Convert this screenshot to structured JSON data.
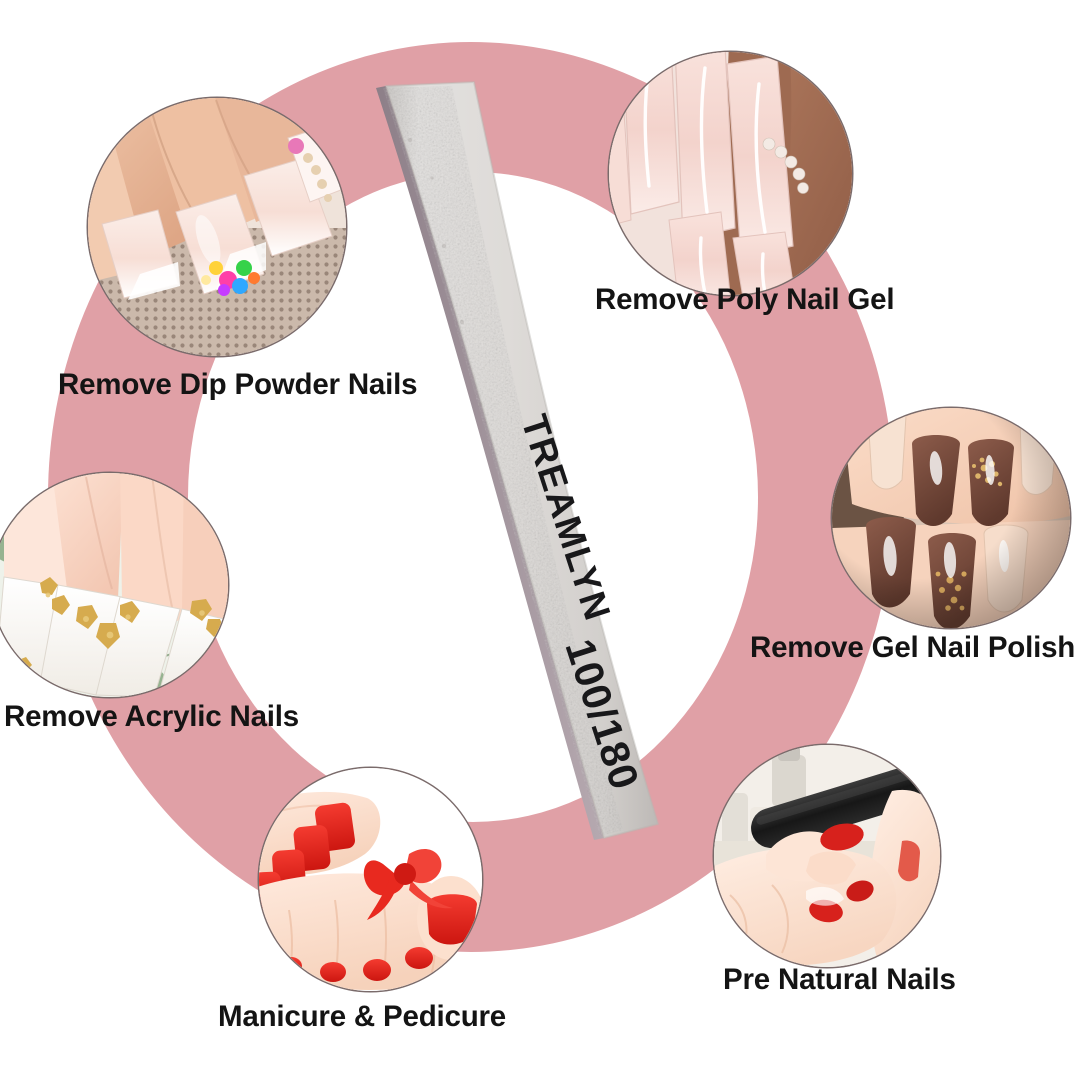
{
  "product": {
    "brand_text": "TREAMLYN",
    "grit_text": "100/180",
    "full_text": "TREAMLYN 100/180",
    "type": "half-moon nail file / buffer",
    "file_color": "#d8d5d2",
    "file_edge_color": "#9b8a93"
  },
  "theme": {
    "background": "#ffffff",
    "ring_pink": "#e0a0a6",
    "ring_hole": "#ffffff",
    "label_text": "#141414",
    "bubble_border": "#7a6b6b"
  },
  "uses": [
    {
      "id": "dip-powder",
      "label": "Remove Dip Powder Nails",
      "position": "top-left",
      "photo": {
        "alt": "Hand with long nude and white coffin dip powder nails decorated with multicolor rhinestones on lace",
        "skin": "#e6b79c",
        "nail": "#f6e3dc",
        "accent": "#ffffff",
        "backdrop": "#cdbfb2"
      }
    },
    {
      "id": "poly-nail-gel",
      "label": "Remove Poly Nail Gel",
      "position": "top-right",
      "photo": {
        "alt": "Long glossy pale pink poly gel coffin nails on deeper-toned hand with rhinestone row",
        "skin": "#a8745a",
        "nail": "#f7ddd8",
        "accent": "#ffffff",
        "backdrop": "#f0e0da"
      }
    },
    {
      "id": "gel-nail-polish",
      "label": "Remove Gel Nail Polish",
      "position": "right",
      "photo": {
        "alt": "Almond nails in mocha brown gel polish with gold glitter accent nails",
        "skin": "#f3cdb8",
        "nail": "#7c4f40",
        "accent": "#c9a15a",
        "backdrop": "#6d5a48"
      }
    },
    {
      "id": "acrylic-nails",
      "label": "Remove Acrylic Nails",
      "position": "left",
      "photo": {
        "alt": "White stiletto acrylic nails with gold foil flakes resting on eucalyptus leaves",
        "skin": "#f7d9c9",
        "nail": "#fbfbf8",
        "accent": "#d8b45a",
        "backdrop": "#8fae8a"
      }
    },
    {
      "id": "manicure-pedicure",
      "label": "Manicure & Pedicure",
      "position": "bottom-left",
      "photo": {
        "alt": "Bare foot with bright red pedicure and a red satin ribbon bow between toes",
        "skin": "#fadfcd",
        "nail": "#e8251f",
        "accent": "#e8251f",
        "backdrop": "#ffffff"
      }
    },
    {
      "id": "pre-natural-nails",
      "label": "Pre Natural Nails",
      "position": "bottom-right",
      "photo": {
        "alt": "Hand holding a black nail file against fingers with red nails at a manicure table",
        "skin": "#fadfcd",
        "nail": "#d7211c",
        "accent": "#1d1d1d",
        "backdrop": "#efece8"
      }
    }
  ]
}
